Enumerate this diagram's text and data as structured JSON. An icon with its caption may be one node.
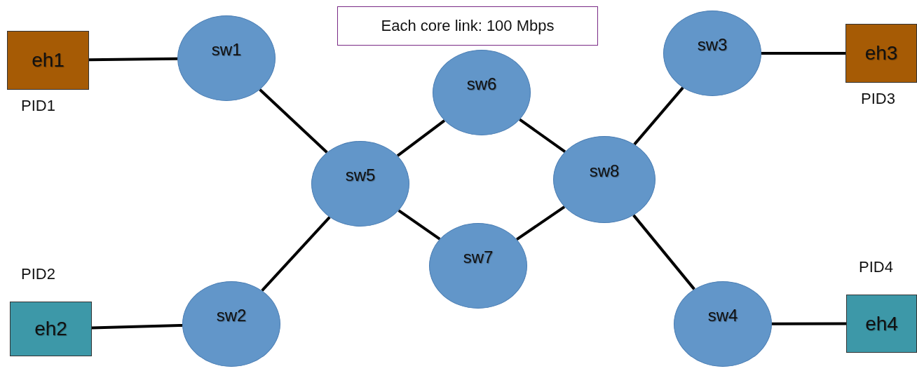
{
  "diagram": {
    "nodes": [
      {
        "text": [
          "Each core link: 100 Mbps"
        ]
      },
      {
        "text": [
          "eh1"
        ],
        "beside": [
          "PID1"
        ]
      },
      {
        "text": [
          "sw1"
        ]
      },
      {
        "text": [
          "sw3"
        ]
      },
      {
        "text": [
          "eh3"
        ],
        "beside": [
          "PID3"
        ]
      },
      {
        "text": [
          "sw6"
        ]
      },
      {
        "text": [
          "sw5"
        ]
      },
      {
        "text": [
          "sw8"
        ]
      },
      {
        "text": [
          "sw7"
        ]
      },
      {
        "text": [
          "eh2"
        ],
        "beside": [
          "PID2"
        ]
      },
      {
        "text": [
          "sw2"
        ]
      },
      {
        "text": [
          "sw4"
        ]
      },
      {
        "text": [
          "eh4"
        ],
        "beside": [
          "PID4"
        ]
      }
    ],
    "edges": [
      {
        "from": 1,
        "to": 2,
        "arrow": "none"
      },
      {
        "from": 2,
        "to": 6,
        "arrow": "none"
      },
      {
        "from": 10,
        "to": 6,
        "arrow": "none"
      },
      {
        "from": 9,
        "to": 10,
        "arrow": "none"
      },
      {
        "from": 6,
        "to": 5,
        "arrow": "none"
      },
      {
        "from": 6,
        "to": 8,
        "arrow": "none"
      },
      {
        "from": 5,
        "to": 7,
        "arrow": "none"
      },
      {
        "from": 8,
        "to": 7,
        "arrow": "none"
      },
      {
        "from": 7,
        "to": 3,
        "arrow": "none"
      },
      {
        "from": 3,
        "to": 4,
        "arrow": "none"
      },
      {
        "from": 7,
        "to": 11,
        "arrow": "none"
      },
      {
        "from": 11,
        "to": 12,
        "arrow": "none"
      }
    ]
  }
}
